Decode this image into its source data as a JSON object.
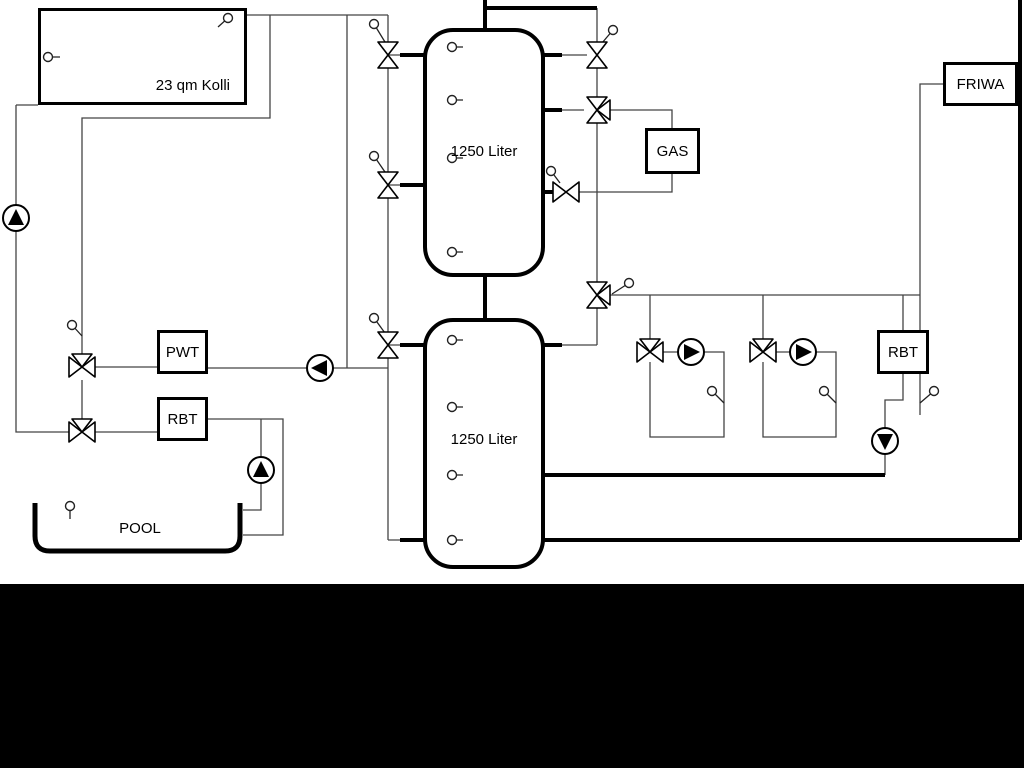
{
  "diagram": {
    "collector_label": "23 qm Kolli",
    "tank1_label": "1250 Liter",
    "tank2_label": "1250 Liter",
    "gas_label": "GAS",
    "friwa_label": "FRIWA",
    "pwt_label": "PWT",
    "rbt_left_label": "RBT",
    "rbt_right_label": "RBT",
    "pool_label": "POOL"
  },
  "colors": {
    "pipe_thin": "#444444",
    "pipe_thick": "#000000",
    "background": "#ffffff",
    "bottom_mask": "#000000"
  }
}
